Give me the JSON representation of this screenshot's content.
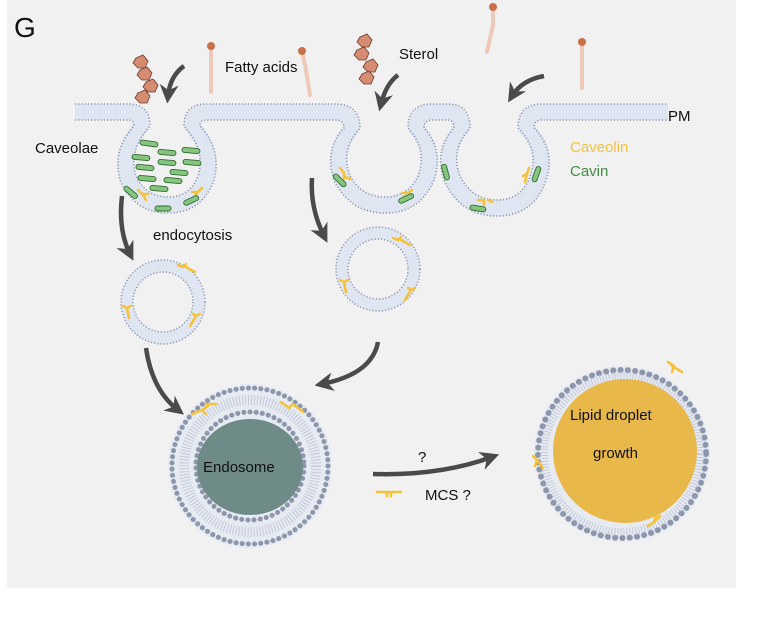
{
  "figure": {
    "panel_label": "G",
    "labels": {
      "fatty_acids": "Fatty acids",
      "sterol": "Sterol",
      "pm": "PM",
      "caveolae": "Caveolae",
      "endocytosis": "endocytosis",
      "endosome": "Endosome",
      "question": "?",
      "mcs": "MCS ?",
      "lipid_droplet_line1": "Lipid droplet",
      "lipid_droplet_line2": "growth"
    },
    "legend": [
      {
        "label": "Caveolin",
        "color": "#f5c33b"
      },
      {
        "label": "Cavin",
        "color": "#3f8f3f"
      }
    ],
    "colors": {
      "background": "#f1f1f1",
      "membrane_fill": "#dfe6f1",
      "membrane_dots": "#8c95b0",
      "caveolin": "#f5c33b",
      "cavin_fill": "#86c47f",
      "cavin_stroke": "#2f6b2f",
      "sterol": "#d58c72",
      "fatty_acid_head": "#c8704a",
      "fatty_acid_tail": "#efc9b8",
      "arrow": "#4a4a4a",
      "endosome_core": "#6f8b88",
      "lipid_droplet_core": "#e8b84a",
      "bilayer_head": "#8d96ab"
    }
  }
}
